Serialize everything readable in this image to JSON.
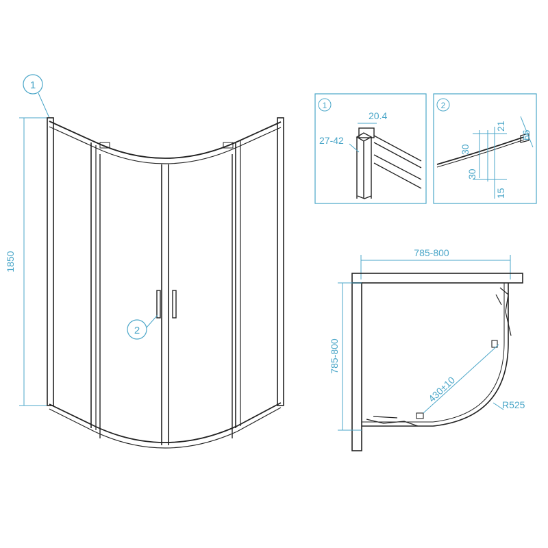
{
  "colors": {
    "dimension": "#4aa6c8",
    "line": "#222222",
    "background": "#ffffff"
  },
  "front_view": {
    "callout_1": "1",
    "callout_2": "2",
    "height_label": "1850"
  },
  "detail_1": {
    "callout": "1",
    "width_label": "20.4",
    "depth_label": "27-42"
  },
  "detail_2": {
    "callout": "2",
    "dim_21": "21",
    "dim_66": "66",
    "dim_30_a": "30",
    "dim_30_b": "30",
    "dim_15": "15"
  },
  "plan_view": {
    "width_label": "785-800",
    "depth_label": "785-800",
    "diagonal_label": "430±10",
    "radius_label": "R525"
  }
}
